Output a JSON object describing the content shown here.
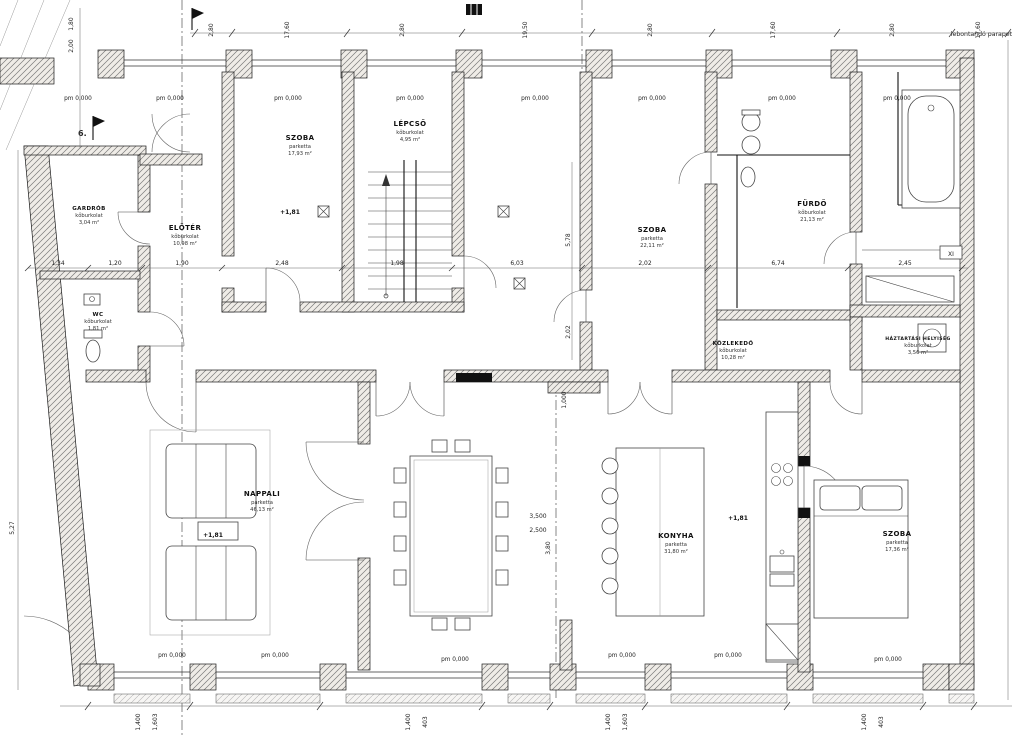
{
  "drawing": {
    "pm_label": "pm 0,000",
    "level_label": "+1,81",
    "note_top_right": "lebontandó parapet",
    "legend_number": "6.",
    "xi_label": "XI"
  },
  "rooms": [
    {
      "name": "GARDRÓB",
      "material": "kőburkolat",
      "area": "3,04 m²"
    },
    {
      "name": "ELŐTÉR",
      "material": "kőburkolat",
      "area": "10,98 m²"
    },
    {
      "name": "SZOBA",
      "material": "parketta",
      "area": "17,93 m²"
    },
    {
      "name": "LÉPCSŐ",
      "material": "kőburkolat",
      "area": "4,95 m²"
    },
    {
      "name": "SZOBA",
      "material": "parketta",
      "area": "22,11 m²"
    },
    {
      "name": "FÜRDŐ",
      "material": "kőburkolat",
      "area": "21,13 m²"
    },
    {
      "name": "WC",
      "material": "kőburkolat",
      "area": "1,81 m²"
    },
    {
      "name": "KÖZLEKEDŐ",
      "material": "kőburkolat",
      "area": "10,28 m²"
    },
    {
      "name": "HÁZTARTÁSI HELYISÉG",
      "material": "kőburkolat",
      "area": "3,56 m²"
    },
    {
      "name": "NAPPALI",
      "material": "parketta",
      "area": "46,13 m²"
    },
    {
      "name": "KONYHA",
      "material": "parketta",
      "area": "31,80 m²"
    },
    {
      "name": "SZOBA",
      "material": "parketta",
      "area": "17,36 m²"
    }
  ],
  "dimensions": {
    "top": [
      "2,80",
      "17,60",
      "2,80",
      "19,50",
      "2,80",
      "17,60",
      "2,80",
      "17,60"
    ],
    "upper_left": [
      "1,80",
      "2,00"
    ],
    "mid": [
      "1,34",
      "1,20",
      "1,90",
      "2,48",
      "1,98",
      "6,03",
      "2,02",
      "6,74",
      "2,45"
    ],
    "interior": [
      "5,78",
      "2,02",
      "3,500",
      "2,500",
      "3,80",
      "1,000"
    ],
    "left": [
      "5,27"
    ],
    "bottom": [
      "1,400",
      "1,603",
      "1,400",
      "403",
      "1,400",
      "1,603",
      "1,400",
      "403"
    ]
  }
}
